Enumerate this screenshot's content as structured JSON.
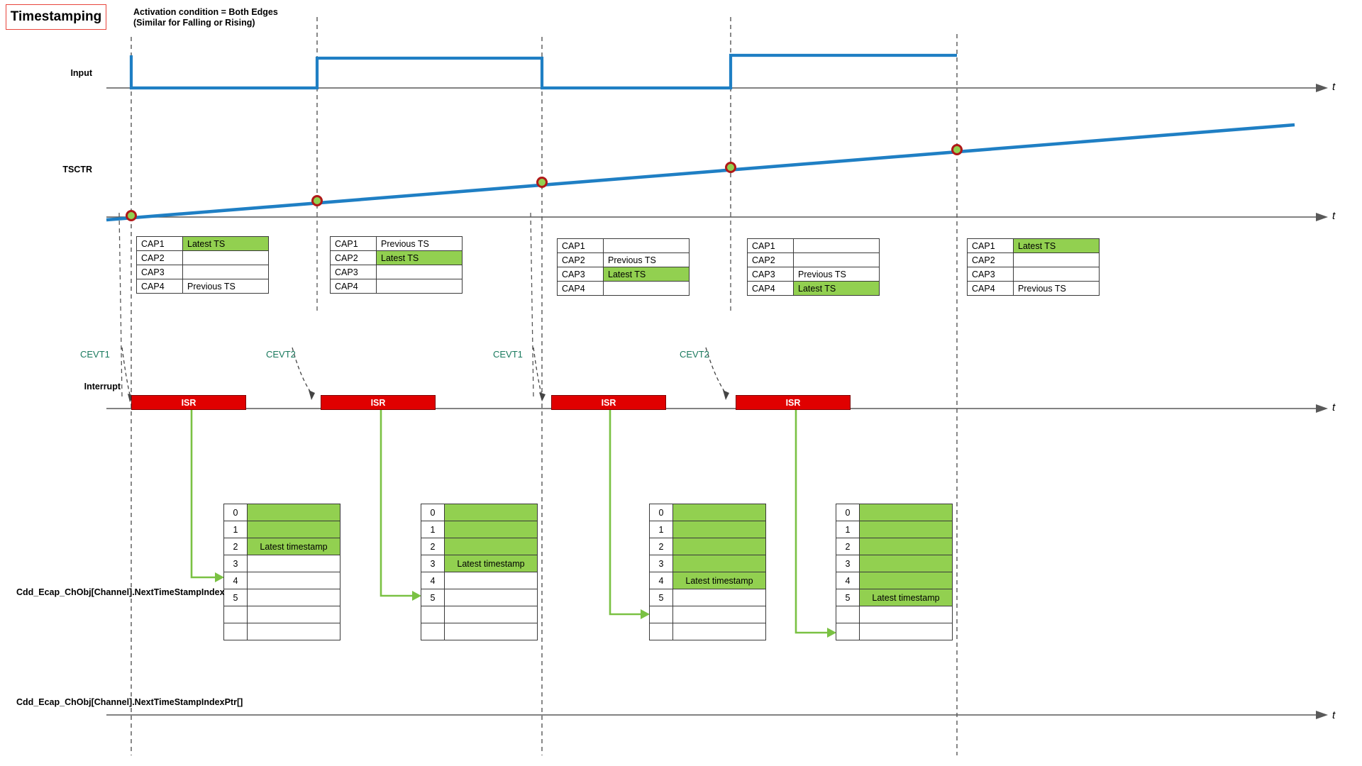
{
  "title": "Timestamping",
  "condition": {
    "line1": "Activation condition = Both Edges",
    "line2": "(Similar for Falling or Rising)"
  },
  "axes": {
    "input_label": "Input",
    "tsctr_label": "TSCTR",
    "interrupt_label": "Interrupt",
    "time_label": "t"
  },
  "colors": {
    "signal_blue": "#1f7fc4",
    "highlight_green": "#92d050",
    "isr_red": "#e00000",
    "cevt_teal": "#1a7a5e",
    "marker_ring": "#b01818",
    "title_border": "#e8453c",
    "arrow_green": "#7ac143"
  },
  "cap_tables": [
    {
      "rows": [
        {
          "key": "CAP1",
          "value": "Latest TS",
          "highlight": true
        },
        {
          "key": "CAP2",
          "value": "",
          "highlight": false
        },
        {
          "key": "CAP3",
          "value": "",
          "highlight": false
        },
        {
          "key": "CAP4",
          "value": "Previous TS",
          "highlight": false
        }
      ]
    },
    {
      "rows": [
        {
          "key": "CAP1",
          "value": "Previous TS",
          "highlight": false
        },
        {
          "key": "CAP2",
          "value": "Latest TS",
          "highlight": true
        },
        {
          "key": "CAP3",
          "value": "",
          "highlight": false
        },
        {
          "key": "CAP4",
          "value": "",
          "highlight": false
        }
      ]
    },
    {
      "rows": [
        {
          "key": "CAP1",
          "value": "",
          "highlight": false
        },
        {
          "key": "CAP2",
          "value": "Previous TS",
          "highlight": false
        },
        {
          "key": "CAP3",
          "value": "Latest TS",
          "highlight": true
        },
        {
          "key": "CAP4",
          "value": "",
          "highlight": false
        }
      ]
    },
    {
      "rows": [
        {
          "key": "CAP1",
          "value": "",
          "highlight": false
        },
        {
          "key": "CAP2",
          "value": "",
          "highlight": false
        },
        {
          "key": "CAP3",
          "value": "Previous TS",
          "highlight": false
        },
        {
          "key": "CAP4",
          "value": "Latest TS",
          "highlight": true
        }
      ]
    },
    {
      "rows": [
        {
          "key": "CAP1",
          "value": "Latest TS",
          "highlight": true
        },
        {
          "key": "CAP2",
          "value": "",
          "highlight": false
        },
        {
          "key": "CAP3",
          "value": "",
          "highlight": false
        },
        {
          "key": "CAP4",
          "value": "Previous TS",
          "highlight": false
        }
      ]
    }
  ],
  "cevt_labels": [
    {
      "text": "CEVT1"
    },
    {
      "text": "CEVT2"
    },
    {
      "text": "CEVT1"
    },
    {
      "text": "CEVT2"
    }
  ],
  "isr_bars": [
    {
      "label": "ISR"
    },
    {
      "label": "ISR"
    },
    {
      "label": "ISR"
    },
    {
      "label": "ISR"
    }
  ],
  "index_tables": [
    {
      "rows": [
        {
          "n": "0",
          "value": "",
          "fill": true
        },
        {
          "n": "1",
          "value": "",
          "fill": true
        },
        {
          "n": "2",
          "value": "Latest timestamp",
          "fill": true
        },
        {
          "n": "3",
          "value": "",
          "fill": false
        },
        {
          "n": "4",
          "value": "",
          "fill": false
        },
        {
          "n": "5",
          "value": "",
          "fill": false
        },
        {
          "n": "",
          "value": "",
          "fill": false
        },
        {
          "n": "",
          "value": "",
          "fill": false
        }
      ]
    },
    {
      "rows": [
        {
          "n": "0",
          "value": "",
          "fill": true
        },
        {
          "n": "1",
          "value": "",
          "fill": true
        },
        {
          "n": "2",
          "value": "",
          "fill": true
        },
        {
          "n": "3",
          "value": "Latest timestamp",
          "fill": true
        },
        {
          "n": "4",
          "value": "",
          "fill": false
        },
        {
          "n": "5",
          "value": "",
          "fill": false
        },
        {
          "n": "",
          "value": "",
          "fill": false
        },
        {
          "n": "",
          "value": "",
          "fill": false
        }
      ]
    },
    {
      "rows": [
        {
          "n": "0",
          "value": "",
          "fill": true
        },
        {
          "n": "1",
          "value": "",
          "fill": true
        },
        {
          "n": "2",
          "value": "",
          "fill": true
        },
        {
          "n": "3",
          "value": "",
          "fill": true
        },
        {
          "n": "4",
          "value": "Latest timestamp",
          "fill": true
        },
        {
          "n": "5",
          "value": "",
          "fill": false
        },
        {
          "n": "",
          "value": "",
          "fill": false
        },
        {
          "n": "",
          "value": "",
          "fill": false
        }
      ]
    },
    {
      "rows": [
        {
          "n": "0",
          "value": "",
          "fill": true
        },
        {
          "n": "1",
          "value": "",
          "fill": true
        },
        {
          "n": "2",
          "value": "",
          "fill": true
        },
        {
          "n": "3",
          "value": "",
          "fill": true
        },
        {
          "n": "4",
          "value": "",
          "fill": true
        },
        {
          "n": "5",
          "value": "Latest timestamp",
          "fill": true
        },
        {
          "n": "",
          "value": "",
          "fill": false
        },
        {
          "n": "",
          "value": "",
          "fill": false
        }
      ]
    }
  ],
  "variables": {
    "next_index": "Cdd_Ecap_ChObj[Channel].NextTimeStampIndex",
    "next_index_ptr": "Cdd_Ecap_ChObj[Channel].NextTimeStampIndexPtr[]"
  },
  "chart_data": {
    "type": "line",
    "title": "Timestamping",
    "xlabel": "t",
    "signals": [
      {
        "name": "Input",
        "type": "digital",
        "edges": [
          {
            "t": 185,
            "level": 1
          },
          {
            "t": 185,
            "level": 0
          },
          {
            "t": 447,
            "level": 1
          },
          {
            "t": 764,
            "level": 0
          },
          {
            "t": 1030,
            "level": 1
          }
        ]
      },
      {
        "name": "TSCTR",
        "type": "ramp",
        "markers_t": [
          185,
          447,
          764,
          1030,
          1349
        ]
      }
    ],
    "event_times": [
      185,
      447,
      764,
      1030,
      1349
    ]
  }
}
